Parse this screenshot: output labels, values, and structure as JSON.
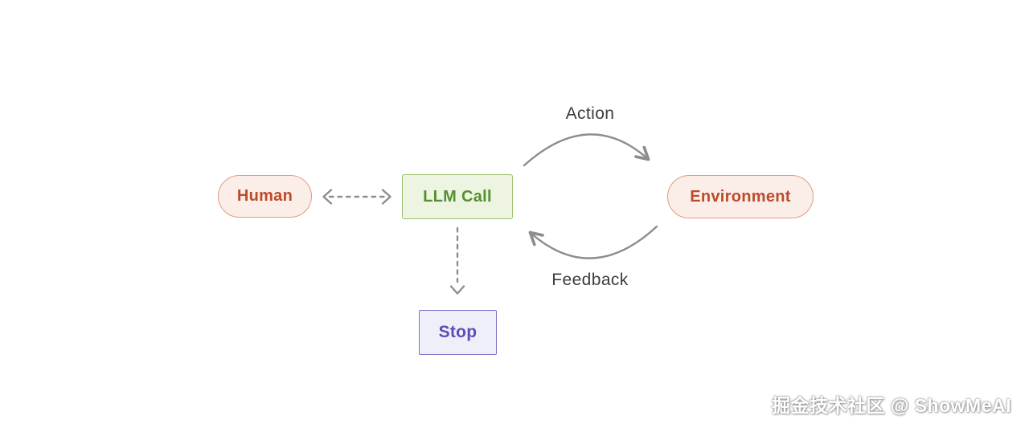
{
  "diagram": {
    "nodes": {
      "human": {
        "label": "Human",
        "shape": "pill"
      },
      "llm_call": {
        "label": "LLM Call",
        "shape": "rectangle"
      },
      "environment": {
        "label": "Environment",
        "shape": "pill"
      },
      "stop": {
        "label": "Stop",
        "shape": "rectangle"
      }
    },
    "edges": {
      "human_llm": {
        "style": "dashed",
        "direction": "bidirectional",
        "from": "Human",
        "to": "LLM Call"
      },
      "action": {
        "label": "Action",
        "style": "solid-curve",
        "from": "LLM Call",
        "to": "Environment"
      },
      "feedback": {
        "label": "Feedback",
        "style": "solid-curve",
        "from": "Environment",
        "to": "LLM Call"
      },
      "llm_stop": {
        "style": "dashed",
        "direction": "down",
        "from": "LLM Call",
        "to": "Stop"
      }
    }
  },
  "colors": {
    "pill_bg": "#fbeee8",
    "pill_border": "#e29b80",
    "pill_text": "#bd4b2b",
    "green_bg": "#edf4e2",
    "green_border": "#9dc16c",
    "green_text": "#578f2f",
    "purple_bg": "#efeff9",
    "purple_border": "#7c74c8",
    "purple_text": "#574fb8",
    "arrow_gray": "#8e8e8e",
    "label_text": "#3c3c3c"
  },
  "watermark": {
    "text": "掘金技术社区 @ ShowMeAI"
  }
}
